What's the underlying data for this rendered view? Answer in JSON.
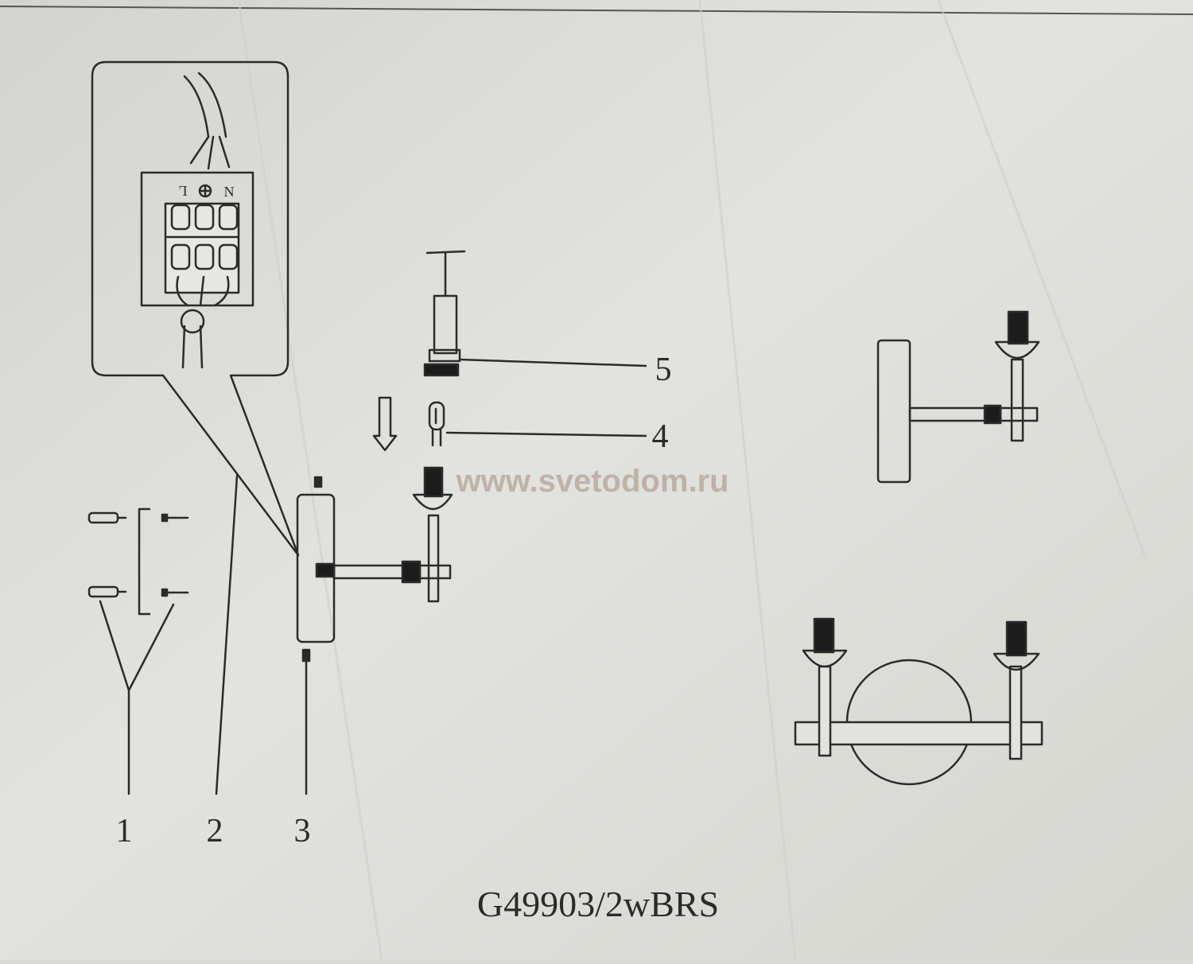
{
  "terminal_labels": [
    "L",
    "N"
  ],
  "part_numbers": [
    "1",
    "2",
    "3",
    "4",
    "5"
  ],
  "model_code": "G49903/2wBRS",
  "watermark": "www.svetodom.ru",
  "colors": {
    "paper": "#dcdcd8",
    "ink": "#2b2b2b",
    "fill_dark": "#1c1c1c",
    "watermark": "#b9aaa0"
  },
  "icons": {
    "earth_terminal": "ground-symbol-icon",
    "insert_arrow": "arrow-down-icon"
  }
}
